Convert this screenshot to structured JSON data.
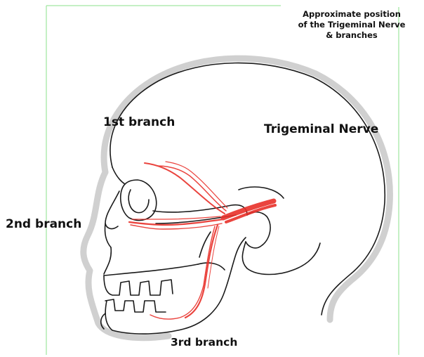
{
  "title_lines": [
    "Approximate position",
    "of the Trigeminal Nerve",
    "& branches"
  ],
  "labels": {
    "first_branch": "1st branch",
    "trigeminal_nerve": "Trigeminal Nerve",
    "second_branch": "2nd branch",
    "third_branch": "3rd branch"
  },
  "colors": {
    "nerve": "#e8302a",
    "outline": "#1a1a1a",
    "halo": "#c8c8c8",
    "frame_line": "#7fe07f"
  }
}
